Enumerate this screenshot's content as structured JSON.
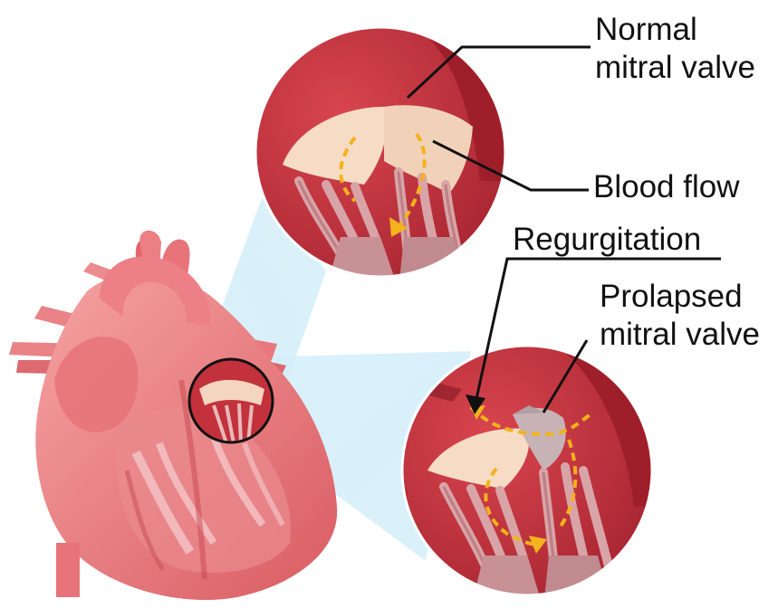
{
  "labels": {
    "normal_valve": [
      "Normal",
      "mitral valve"
    ],
    "blood_flow": "Blood flow",
    "regurgitation": "Regurgitation",
    "prolapsed_valve": [
      "Prolapsed",
      "mitral valve"
    ]
  },
  "colors": {
    "heart_light": "#f28c8c",
    "heart_mid": "#e06a6e",
    "heart_dark": "#b8363e",
    "circle_bg": "#c3323c",
    "circle_dark": "#8e1e28",
    "leaflet": "#f6dcc4",
    "chordae": "#d7a3a6",
    "arrow": "#f4b21c",
    "beam": "#bfe6f5",
    "leader": "#111111"
  },
  "icons": {
    "heart": "heart-anatomy-illustration",
    "flow_arrow": "flow-arrow-icon"
  }
}
